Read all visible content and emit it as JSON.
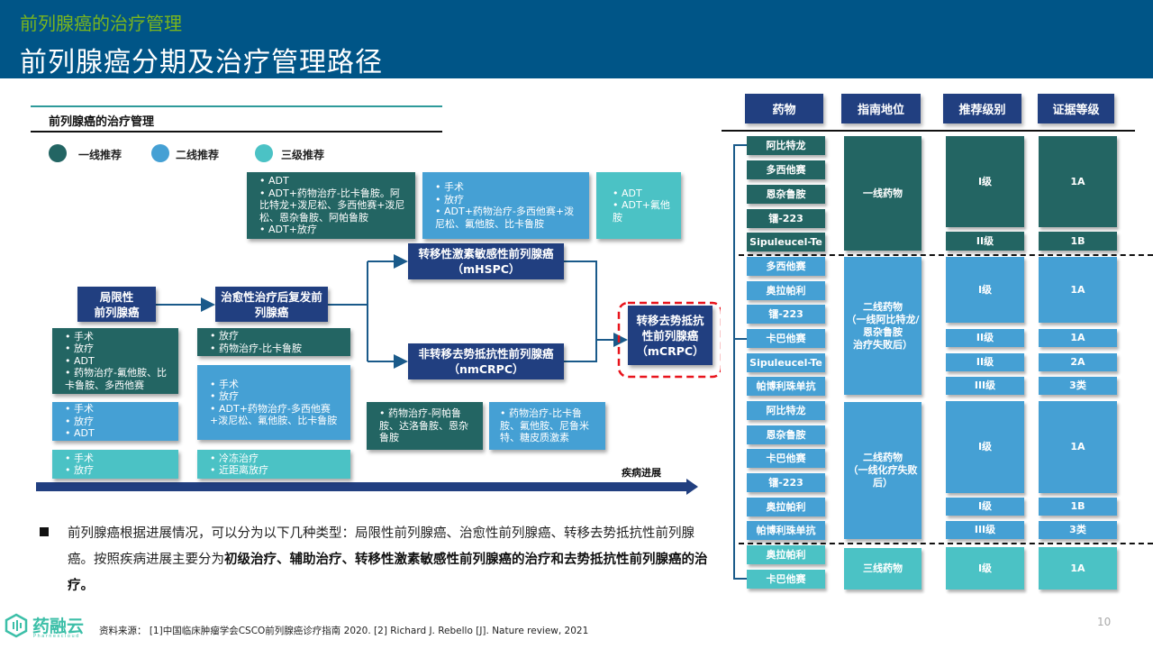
{
  "header": {
    "subtitle": "前列腺癌的治疗管理",
    "title": "前列腺癌分期及治疗管理路径"
  },
  "section_title": "前列腺癌的治疗管理",
  "legend": [
    {
      "label": "一线推荐",
      "color": "#236563"
    },
    {
      "label": "二线推荐",
      "color": "#45a0d4"
    },
    {
      "label": "三级推荐",
      "color": "#4bc2c5"
    }
  ],
  "stages": {
    "localized": "局限性\n前列腺癌",
    "recurrent": "治愈性治疗后复发前\n列腺癌",
    "mhspc": "转移性激素敏感性前列腺癌\n（mHSPC）",
    "nmcrpc": "非转移去势抵抗性前列腺癌\n（nmCRPC）",
    "mcrpc": "转移去势抵抗\n性前列腺癌\n（mCRPC）"
  },
  "progress_label": "疾病进展",
  "boxes": {
    "mhspc_1": [
      "• ADT",
      "• ADT+药物治疗-比卡鲁胺。阿比特龙+泼尼松、多西他赛+泼尼松、恩杂鲁胺、阿帕鲁胺",
      "• ADT+放疗"
    ],
    "mhspc_2": [
      "• 手术",
      "• 放疗",
      "• ADT+药物治疗-多西他赛+泼尼松、氟他胺、比卡鲁胺"
    ],
    "mhspc_3": [
      "• ADT",
      "• ADT+氟他胺"
    ],
    "local_1": [
      "• 手术",
      "• 放疗",
      "• ADT",
      "• 药物治疗-氟他胺、比卡鲁胺、多西他赛"
    ],
    "local_2": [
      "• 手术",
      "• 放疗",
      "• ADT"
    ],
    "local_3": [
      "• 手术",
      "• 放疗"
    ],
    "recur_1": [
      "• 放疗",
      "• 药物治疗-比卡鲁胺"
    ],
    "recur_2": [
      "• 手术",
      "• 放疗",
      "• ADT+药物治疗-多西他赛+泼尼松、氟他胺、比卡鲁胺"
    ],
    "recur_3": [
      "• 冷冻治疗",
      "• 近距离放疗"
    ],
    "nm_1": [
      "• 药物治疗-阿帕鲁胺、达洛鲁胺、恩杂鲁胺"
    ],
    "nm_2": [
      "• 药物治疗-比卡鲁胺、氟他胺、尼鲁米特、糖皮质激素"
    ]
  },
  "table": {
    "headers": [
      "药物",
      "指南地位",
      "推荐级别",
      "证据等级"
    ],
    "drugs": [
      "阿比特龙",
      "多西他赛",
      "恩杂鲁胺",
      "镭-223",
      "Sipuleucel-Te",
      "多西他赛",
      "奥拉帕利",
      "镭-223",
      "卡巴他赛",
      "Sipuleucel-Te",
      "帕博利珠单抗",
      "阿比特龙",
      "恩杂鲁胺",
      "卡巴他赛",
      "镭-223",
      "奥拉帕利",
      "帕博利珠单抗",
      "奥拉帕利",
      "卡巴他赛"
    ],
    "positions": [
      "一线药物",
      "二线药物\n（一线阿比特龙/\n恩杂鲁胺\n治疗失败后）",
      "二线药物\n（一线化疗失败\n后）",
      "三线药物"
    ],
    "grades": [
      {
        "rec": "I级",
        "ev": "1A"
      },
      {
        "rec": "II级",
        "ev": "1B"
      },
      {
        "rec": "I级",
        "ev": "1A"
      },
      {
        "rec": "II级",
        "ev": "1A"
      },
      {
        "rec": "II级",
        "ev": "2A"
      },
      {
        "rec": "III级",
        "ev": "3类"
      },
      {
        "rec": "I级",
        "ev": "1A"
      },
      {
        "rec": "I级",
        "ev": "1B"
      },
      {
        "rec": "III级",
        "ev": "3类"
      },
      {
        "rec": "I级",
        "ev": "1A"
      }
    ]
  },
  "summary": {
    "normal": "前列腺癌根据进展情况，可以分为以下几种类型：局限性前列腺癌、治愈性前列腺癌、转移去势抵抗性前列腺癌。按照疾病进展主要分为",
    "bold": "初级治疗、辅助治疗、转移性激素敏感性前列腺癌的治疗和去势抵抗性前列腺癌的治疗。"
  },
  "logo": {
    "name": "药融云",
    "sub": "Pharnexcloud"
  },
  "source": "资料来源：  [1]中国临床肿瘤学会CSCO前列腺癌诊疗指南 2020. [2] Richard J. Rebello [J]. Nature review, 2021",
  "page_number": "10"
}
